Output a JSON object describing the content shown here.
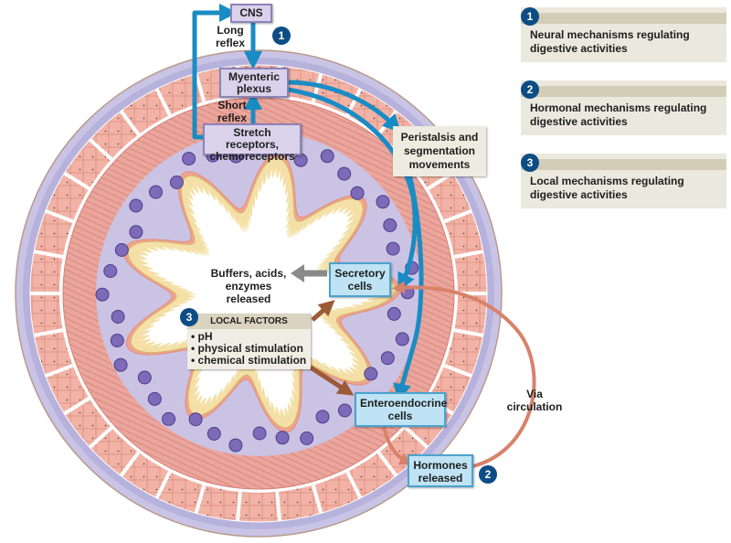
{
  "legend": [
    {
      "number": "1",
      "text": "Neural mechanisms regulating digestive activities"
    },
    {
      "number": "2",
      "text": "Hormonal mechanisms regulating digestive activities"
    },
    {
      "number": "3",
      "text": "Local mechanisms regulating digestive activities"
    }
  ],
  "neural": {
    "badge": "1",
    "cns": "CNS",
    "long_reflex": "Long reflex",
    "myenteric_plexus": "Myenteric plexus",
    "short_reflex": "Short reflex",
    "receptors": "Stretch receptors, chemoreceptors",
    "peristalsis": "Peristalsis and segmentation movements"
  },
  "secretion": {
    "secretory_cells": "Secretory cells",
    "released": "Buffers, acids, enzymes released"
  },
  "local": {
    "badge": "3",
    "title": "LOCAL FACTORS",
    "factors": [
      "• pH",
      "• physical stimulation",
      "• chemical stimulation"
    ]
  },
  "hormonal": {
    "badge": "2",
    "enteroendocrine": "Enteroendocrine cells",
    "hormones": "Hormones released",
    "via_circulation": "Via circulation"
  },
  "colors": {
    "neural_arrow": "#1a8cc4",
    "local_arrow": "#9c5a36",
    "hormone_arrow": "#d8826a",
    "output_arrow": "#8a8a8a",
    "badge": "#0d4d85",
    "serosa": "#b7b2dc",
    "muscle": "#eaa69c",
    "submucosa": "#cbc3e4",
    "epithelium": "#f4e0a6"
  }
}
